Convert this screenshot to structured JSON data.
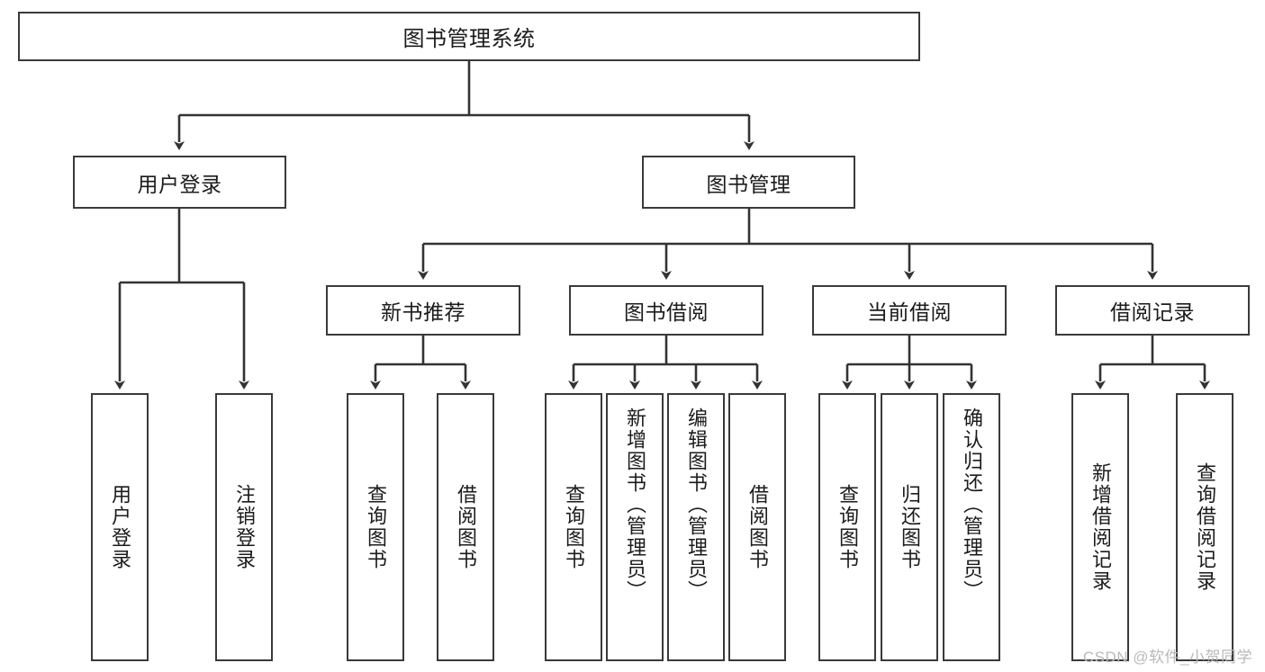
{
  "diagram": {
    "title": "图书管理系统",
    "type": "tree-hierarchy-diagram",
    "colors": {
      "box_border": "#3a3a3a",
      "box_fill": "#ffffff",
      "connector": "#333333",
      "text": "#1b1b1b",
      "watermark": "#b9b9b9"
    },
    "root": {
      "label": "图书管理系统"
    },
    "level2": [
      {
        "label": "用户登录"
      },
      {
        "label": "图书管理"
      }
    ],
    "level3": [
      {
        "label": "新书推荐"
      },
      {
        "label": "图书借阅"
      },
      {
        "label": "当前借阅"
      },
      {
        "label": "借阅记录"
      }
    ],
    "leaves": {
      "user_login": [
        {
          "label": "用户登录"
        },
        {
          "label": "注销登录"
        }
      ],
      "new_book_recommend": [
        {
          "label": "查询图书"
        },
        {
          "label": "借阅图书"
        }
      ],
      "book_borrow": [
        {
          "label": "查询图书"
        },
        {
          "label": "新增图书（管理员）"
        },
        {
          "label": "编辑图书（管理员）"
        },
        {
          "label": "借阅图书"
        }
      ],
      "current_borrow": [
        {
          "label": "查询图书"
        },
        {
          "label": "归还图书"
        },
        {
          "label": "确认归还（管理员）"
        }
      ],
      "borrow_record": [
        {
          "label": "新增借阅记录"
        },
        {
          "label": "查询借阅记录"
        }
      ]
    },
    "watermark": "CSDN @软件_小贺同学"
  }
}
